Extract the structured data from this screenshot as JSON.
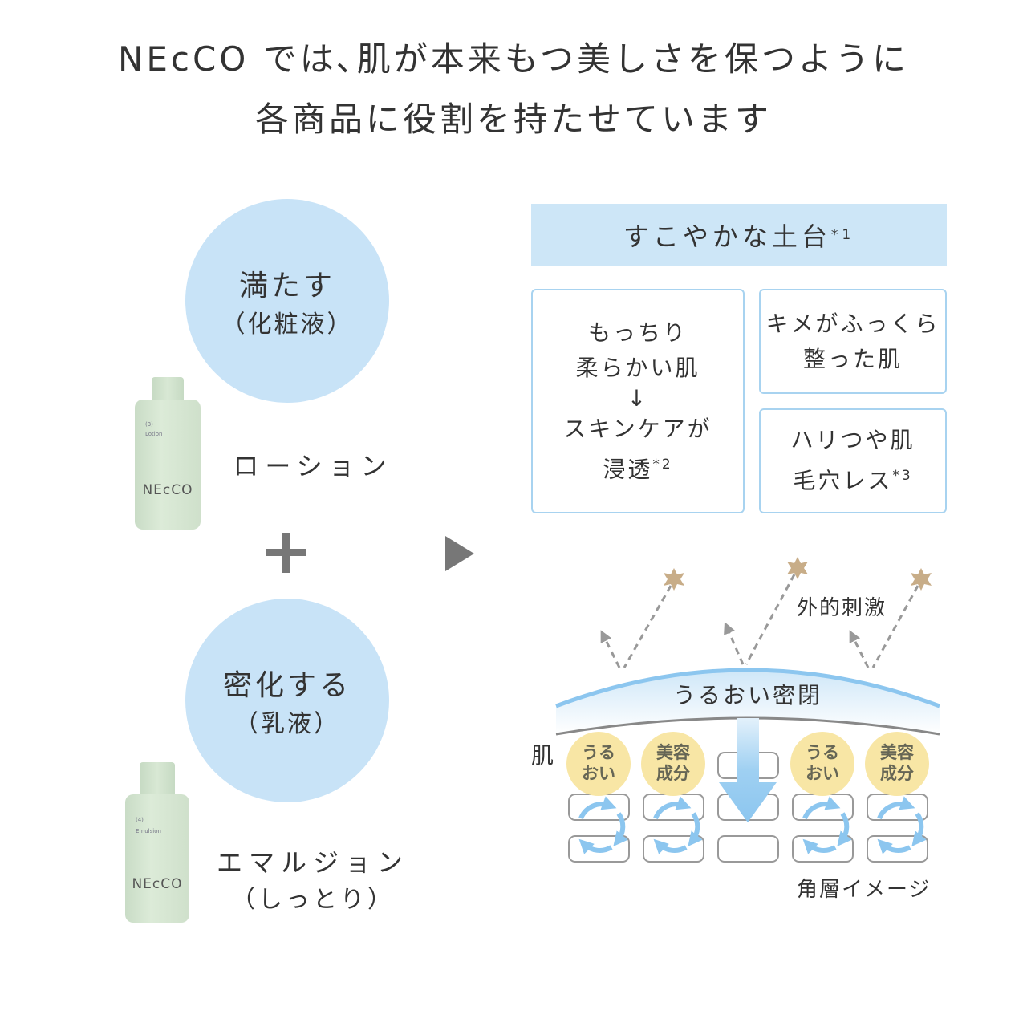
{
  "heading": {
    "line1": "NEcCO では､肌が本来もつ美しさを保つように",
    "line2": "各商品に役割を持たせています"
  },
  "lotion": {
    "role": "満たす",
    "role_sub": "（化粧液）",
    "name": "ローション",
    "bottle_no": "(3)",
    "bottle_type": "Lotion",
    "brand": "NEcCO"
  },
  "emulsion": {
    "role": "密化する",
    "role_sub": "（乳液）",
    "name": "エマルジョン",
    "name_sub": "（しっとり）",
    "bottle_no": "(4)",
    "bottle_type": "Emulsion",
    "brand": "NEcCO"
  },
  "plus": "+",
  "result": {
    "header": "すこやかな土台",
    "header_note": "*1",
    "box1": {
      "line1": "もっちり",
      "line2": "柔らかい肌",
      "arrow": "↓",
      "line3": "スキンケアが",
      "line4": "浸透",
      "note": "*2"
    },
    "box2": {
      "line1": "キメがふっくら",
      "line2": "整った肌"
    },
    "box3": {
      "line1": "ハリつや肌",
      "line2": "毛穴レス",
      "note": "*3"
    }
  },
  "diagram": {
    "external": "外的刺激",
    "seal": "うるおい密閉",
    "skin": "肌",
    "layer": "角層イメージ",
    "bubbles": [
      {
        "l1": "うる",
        "l2": "おい"
      },
      {
        "l1": "美容",
        "l2": "成分"
      },
      {
        "l1": "うる",
        "l2": "おい"
      },
      {
        "l1": "美容",
        "l2": "成分"
      }
    ]
  },
  "colors": {
    "blue": "#c8e3f7",
    "border": "#a8d3f0",
    "yellow": "#f8e6a5",
    "bottle": "#d5e6d1"
  }
}
